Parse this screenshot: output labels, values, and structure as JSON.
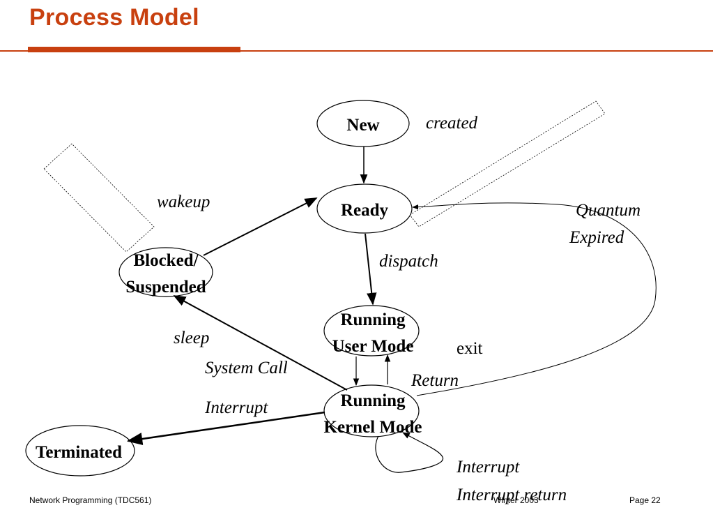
{
  "title": "Process Model",
  "colors": {
    "accent": "#c8400f"
  },
  "states": {
    "new": "New",
    "ready": "Ready",
    "blocked_line1": "Blocked/",
    "blocked_line2": "Suspended",
    "running_user_line1": "Running",
    "running_user_line2": "User Mode",
    "running_kernel_line1": "Running",
    "running_kernel_line2": "Kernel Mode",
    "terminated": "Terminated"
  },
  "transitions": {
    "created": "created",
    "wakeup": "wakeup",
    "quantum_line1": "Quantum",
    "quantum_line2": "Expired",
    "dispatch": "dispatch",
    "sleep": "sleep",
    "exit": "exit",
    "system_call": "System Call",
    "return": "Return",
    "interrupt": "Interrupt",
    "interrupt_bottom": "Interrupt",
    "interrupt_return": "Interrupt return"
  },
  "footer": {
    "left": "Network Programming (TDC561)",
    "center": "Winter  2003",
    "right": "Page 22"
  }
}
